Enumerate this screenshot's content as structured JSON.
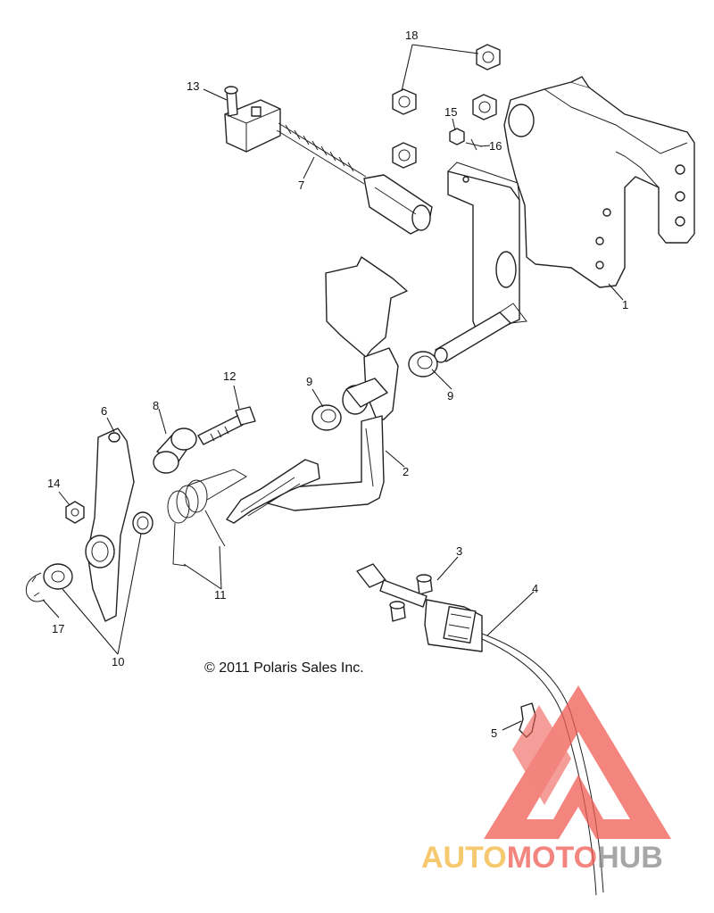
{
  "copyright": "© 2011 Polaris Sales Inc.",
  "callouts": [
    "1",
    "2",
    "3",
    "4",
    "5",
    "6",
    "7",
    "8",
    "9",
    "9",
    "10",
    "11",
    "12",
    "13",
    "14",
    "15",
    "16",
    "17",
    "18"
  ],
  "watermark": {
    "part1": "AUTO",
    "part2": "MOTO",
    "part3": "HUB",
    "color_orange": "#f4b740",
    "color_red": "#ef5b53",
    "color_grey": "#8a8a8a"
  }
}
